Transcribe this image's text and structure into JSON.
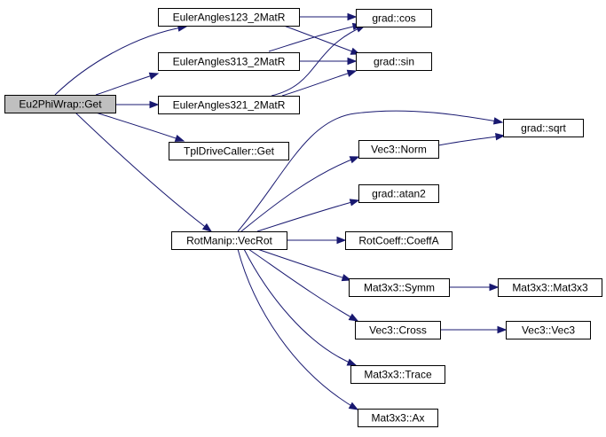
{
  "colors": {
    "edge": "#191970",
    "node_fill": "#ffffff",
    "root_fill": "#bfbfbf",
    "border": "#000000"
  },
  "nodes": [
    {
      "id": "eu2phi",
      "label": "Eu2PhiWrap::Get",
      "root": true
    },
    {
      "id": "e123",
      "label": "EulerAngles123_2MatR"
    },
    {
      "id": "e313",
      "label": "EulerAngles313_2MatR"
    },
    {
      "id": "e321",
      "label": "EulerAngles321_2MatR"
    },
    {
      "id": "tpl",
      "label": "TplDriveCaller::Get"
    },
    {
      "id": "vecrot",
      "label": "RotManip::VecRot"
    },
    {
      "id": "cos",
      "label": "grad::cos"
    },
    {
      "id": "sin",
      "label": "grad::sin"
    },
    {
      "id": "sqrt",
      "label": "grad::sqrt"
    },
    {
      "id": "norm",
      "label": "Vec3::Norm"
    },
    {
      "id": "atan2",
      "label": "grad::atan2"
    },
    {
      "id": "coeff",
      "label": "RotCoeff::CoeffA"
    },
    {
      "id": "symm",
      "label": "Mat3x3::Symm"
    },
    {
      "id": "mat3x3",
      "label": "Mat3x3::Mat3x3"
    },
    {
      "id": "cross",
      "label": "Vec3::Cross"
    },
    {
      "id": "vec3",
      "label": "Vec3::Vec3"
    },
    {
      "id": "trace",
      "label": "Mat3x3::Trace"
    },
    {
      "id": "ax",
      "label": "Mat3x3::Ax"
    }
  ],
  "edges": [
    {
      "from": "eu2phi",
      "to": "e123"
    },
    {
      "from": "eu2phi",
      "to": "e313"
    },
    {
      "from": "eu2phi",
      "to": "e321"
    },
    {
      "from": "eu2phi",
      "to": "tpl"
    },
    {
      "from": "eu2phi",
      "to": "vecrot"
    },
    {
      "from": "e123",
      "to": "cos"
    },
    {
      "from": "e123",
      "to": "sin"
    },
    {
      "from": "e313",
      "to": "cos"
    },
    {
      "from": "e313",
      "to": "sin"
    },
    {
      "from": "e321",
      "to": "cos"
    },
    {
      "from": "e321",
      "to": "sin"
    },
    {
      "from": "vecrot",
      "to": "sqrt"
    },
    {
      "from": "vecrot",
      "to": "norm"
    },
    {
      "from": "vecrot",
      "to": "atan2"
    },
    {
      "from": "vecrot",
      "to": "coeff"
    },
    {
      "from": "vecrot",
      "to": "symm"
    },
    {
      "from": "vecrot",
      "to": "cross"
    },
    {
      "from": "vecrot",
      "to": "trace"
    },
    {
      "from": "vecrot",
      "to": "ax"
    },
    {
      "from": "norm",
      "to": "sqrt"
    },
    {
      "from": "symm",
      "to": "mat3x3"
    },
    {
      "from": "cross",
      "to": "vec3"
    }
  ]
}
